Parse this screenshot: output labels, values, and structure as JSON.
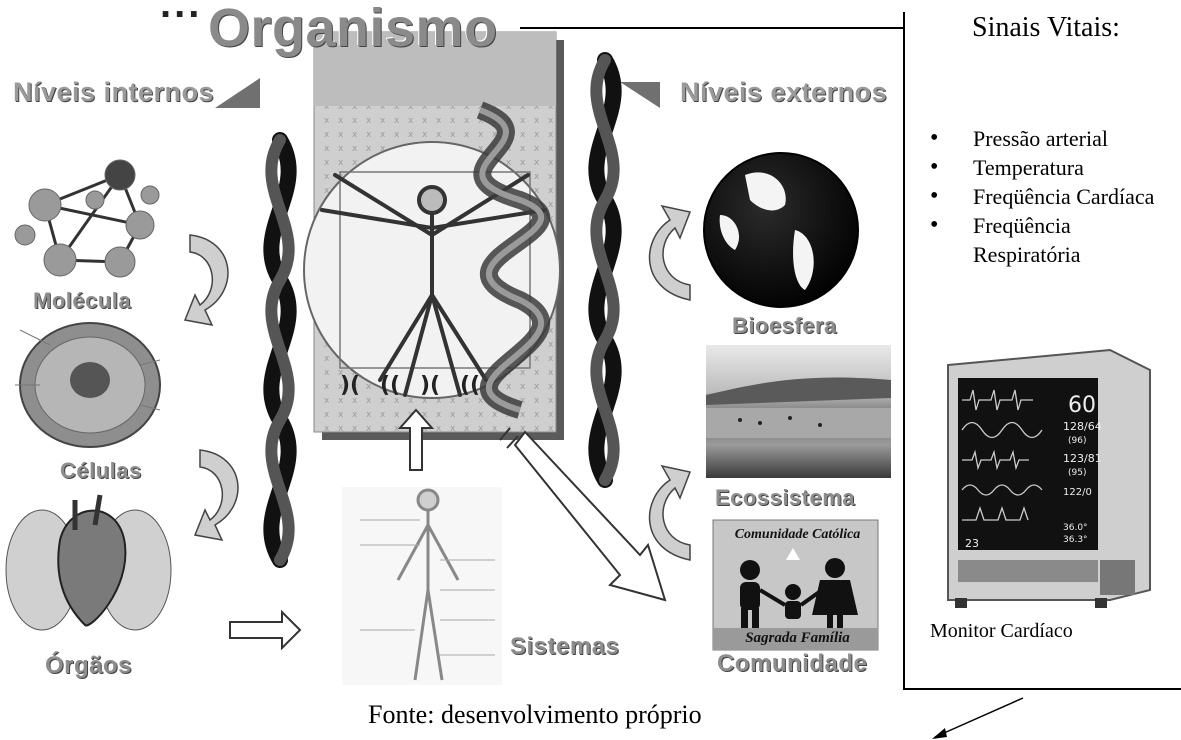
{
  "diagram": {
    "top_title_fragment": "...",
    "organism_label": "Organismo",
    "inner_levels_label": "Níveis internos",
    "outer_levels_label": "Níveis externos",
    "inner_levels": [
      "Molécula",
      "Células",
      "Órgãos"
    ],
    "systems_label": "Sistemas",
    "outer_levels": [
      "Bioesfera",
      "Ecossistema",
      "Comunidade"
    ],
    "community_banner_top": "Comunidade Católica",
    "community_banner_bottom": "Sagrada Família"
  },
  "panel": {
    "title": "Sinais Vitais:",
    "vitals": [
      "Pressão arterial",
      "Temperatura",
      "Freqüência Cardíaca",
      "Freqüência Respiratória"
    ],
    "monitor_caption": "Monitor Cardíaco",
    "monitor_readouts": [
      "60",
      "128/64",
      "(96)",
      "123/81",
      "(95)",
      "122/0",
      "23",
      "36.0°",
      "36.3°"
    ]
  },
  "source_note": "Fonte: desenvolvimento próprio"
}
